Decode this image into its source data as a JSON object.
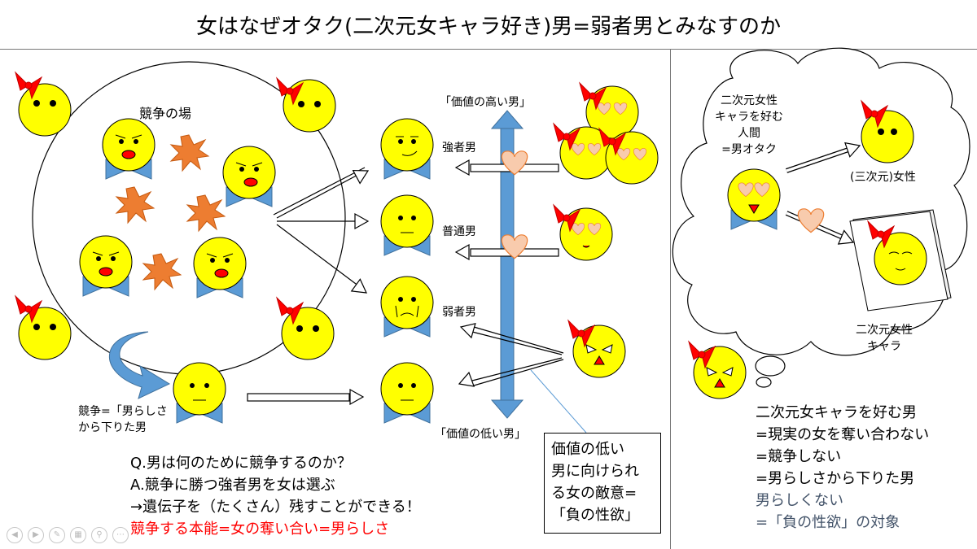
{
  "title": "女はなぜオタク(二次元女キャラ好き)男=弱者男とみなすのか",
  "arena_label": "競争の場",
  "dropout_label": [
    "競争=「男らしさ",
    "から下りた男"
  ],
  "scale": {
    "top_label": "「価値の高い男」",
    "bottom_label": "「価値の低い男」",
    "strong": "強者男",
    "normal": "普通男",
    "weak": "弱者男"
  },
  "qa": {
    "q": "Q.男は何のために競争するのか？",
    "a": "A.競争に勝つ強者男を女は選ぶ",
    "arrow": "→遺伝子を（たくさん）残すことができる！",
    "instinct": "競争する本能=女の奪い合い=男らしさ"
  },
  "note_box": [
    "価値の低い",
    "男に向けられ",
    "る女の敵意=",
    "「負の性欲」"
  ],
  "thought": {
    "otaku_label": [
      "二次元女性",
      "キャラを好む",
      "人間",
      "=男オタク"
    ],
    "real_woman": "(三次元)女性",
    "character": [
      "二次元女性",
      "キャラ"
    ]
  },
  "conclusion": [
    "二次元女キャラを好む男",
    "=現実の女を奪い合わない",
    "=競争しない",
    "=男らしさから下りた男",
    "男らしくない",
    "=「負の性欲」の対象"
  ],
  "colors": {
    "face": "#FFFF00",
    "bow": "#FF0000",
    "collar": "#5B9BD5",
    "spark": "#ED7D31",
    "heart": "#F8CBAD",
    "axis": "#5B9BD5",
    "instinct_text": "#FF0000",
    "emphasis_text": "#44546A"
  },
  "icons": [
    "heart-icon",
    "bow-icon",
    "explosion-icon",
    "thought-cloud-icon",
    "curved-arrow-icon"
  ]
}
